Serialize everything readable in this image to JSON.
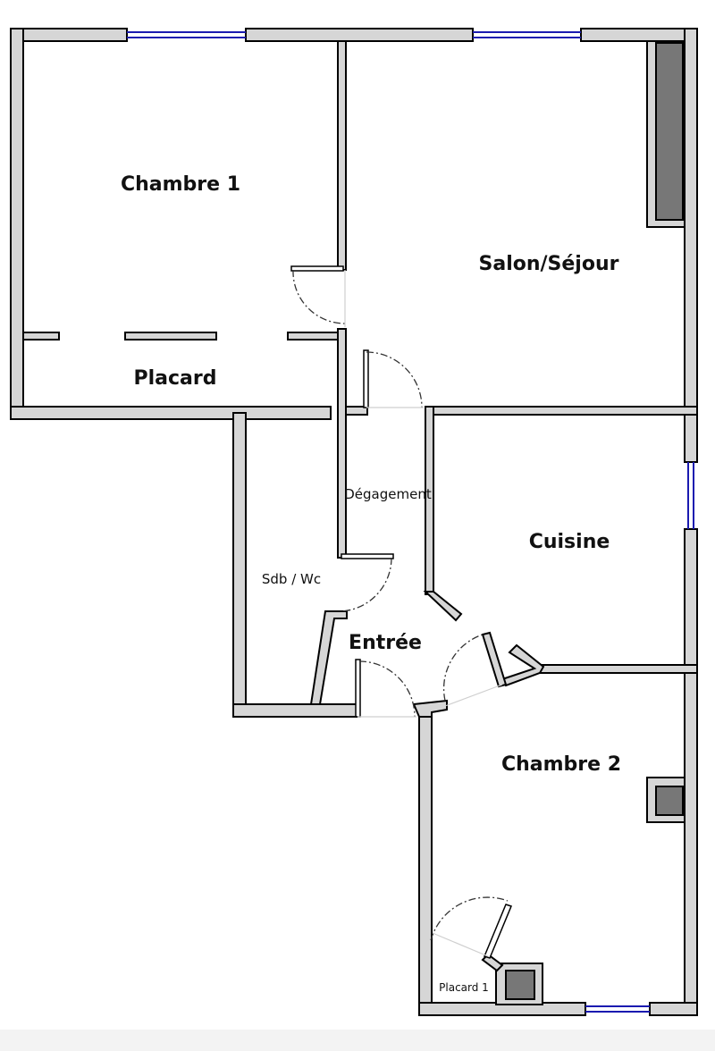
{
  "rooms": {
    "chambre1": "Chambre 1",
    "salon": "Salon/Séjour",
    "placard": "Placard",
    "degagement": "Dégagement",
    "cuisine": "Cuisine",
    "sdb": "Sdb / Wc",
    "entree": "Entrée",
    "chambre2": "Chambre 2",
    "placard1": "Placard 1"
  },
  "colors": {
    "wall": "#d6d6d6",
    "window": "#1a1ab0",
    "cabinet": "#777777"
  }
}
